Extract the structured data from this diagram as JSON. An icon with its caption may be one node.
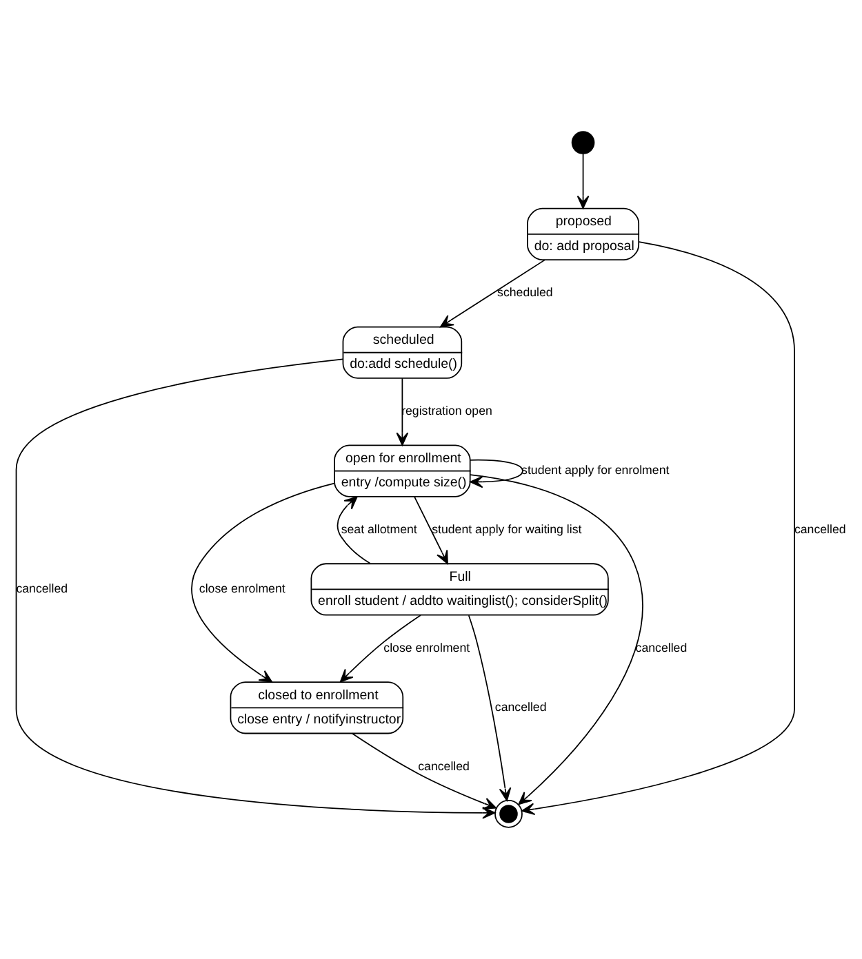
{
  "diagram": {
    "nodes": [
      {
        "text": [],
        "shape": "circle"
      },
      {
        "text": [
          "proposed",
          "do: add proposal"
        ]
      },
      {
        "text": [
          "scheduled",
          "do:add schedule()"
        ]
      },
      {
        "text": [
          "open for enrollment",
          "entry /compute size()"
        ]
      },
      {
        "text": [
          "Full",
          "enroll student / addto waitinglist(); considerSplit()"
        ]
      },
      {
        "text": [
          "closed to enrollment",
          "close entry / notifyinstructor"
        ]
      },
      {
        "text": [],
        "shape": "bullseye"
      }
    ],
    "edges": [
      {
        "from": 0,
        "to": 1,
        "arrow": "to"
      },
      {
        "from": 1,
        "to": 2,
        "arrow": "to",
        "label": "scheduled"
      },
      {
        "from": 2,
        "to": 3,
        "arrow": "to",
        "label": "registration open"
      },
      {
        "from": 3,
        "to": 3,
        "arrow": "to",
        "label": "student apply for enrolment"
      },
      {
        "from": 3,
        "to": 4,
        "arrow": "to",
        "label": "student apply for waiting list"
      },
      {
        "from": 4,
        "to": 3,
        "arrow": "to",
        "label": "seat allotment"
      },
      {
        "from": 4,
        "to": 5,
        "arrow": "to",
        "label": "close enrolment"
      },
      {
        "from": 3,
        "to": 5,
        "arrow": "to",
        "label": "close enrolment"
      },
      {
        "from": 1,
        "to": 6,
        "arrow": "to",
        "label": "cancelled"
      },
      {
        "from": 2,
        "to": 6,
        "arrow": "to",
        "label": "cancelled"
      },
      {
        "from": 4,
        "to": 6,
        "arrow": "to",
        "label": "cancelled"
      },
      {
        "from": 5,
        "to": 6,
        "arrow": "to",
        "label": "cancelled"
      },
      {
        "from": 3,
        "to": 6,
        "arrow": "to",
        "label": "cancelled"
      }
    ]
  }
}
